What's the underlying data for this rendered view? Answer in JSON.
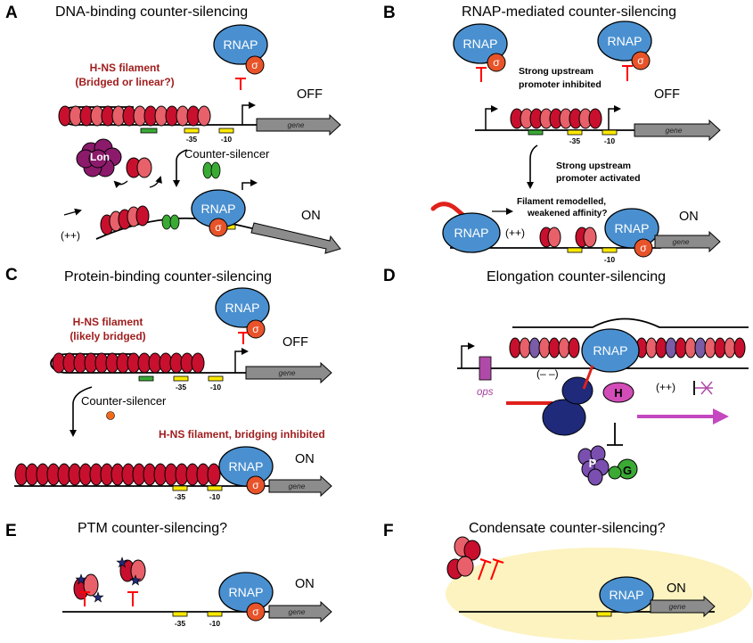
{
  "colors": {
    "hns_fill": "#c8102e",
    "hns_light": "#e8606a",
    "rnap_fill": "#4a90d0",
    "sigma_fill": "#e8532a",
    "repress_red": "#ff0000",
    "box_yellow": "#ffea00",
    "site_green": "#3aaa35",
    "lon_purple": "#8b1a6b",
    "factor_navy": "#1f2a7a",
    "h_magenta": "#d24db8",
    "ops_magenta": "#b04aa8",
    "gene_gray": "#8c8c8c",
    "condensate": "#fcf3c0"
  },
  "panels": {
    "A": {
      "letter": "A",
      "title": "DNA-binding counter-silencing",
      "hns_label_1": "H-NS filament",
      "hns_label_2": "(Bridged or linear?)",
      "rnap": "RNAP",
      "sigma": "σ",
      "off": "OFF",
      "gene": "gene",
      "minus35": "-35",
      "minus10": "-10",
      "lon": "Lon",
      "counter_silencer": "Counter-silencer",
      "on": "ON",
      "supercoil": "(++)"
    },
    "B": {
      "letter": "B",
      "title": "RNAP-mediated counter-silencing",
      "note1_line1": "Strong upstream",
      "note1_line2": "promoter inhibited",
      "off": "OFF",
      "gene": "gene",
      "minus35": "-35",
      "minus10": "-10",
      "note2_line1": "Strong upstream",
      "note2_line2": "promoter activated",
      "note3_line1": "Filament remodelled,",
      "note3_line2": "weakened affinity?",
      "rnap": "RNAP",
      "sigma": "σ",
      "supercoil": "(++)",
      "on": "ON"
    },
    "C": {
      "letter": "C",
      "title": "Protein-binding counter-silencing",
      "hns_label_1": "H-NS filament",
      "hns_label_2": "(likely bridged)",
      "rnap": "RNAP",
      "sigma": "σ",
      "off": "OFF",
      "gene": "gene",
      "minus35": "-35",
      "minus10": "-10",
      "counter_silencer": "Counter-silencer",
      "bridging_note": "H-NS filament, bridging inhibited",
      "on": "ON"
    },
    "D": {
      "letter": "D",
      "title": "Elongation counter-silencing",
      "rnap": "RNAP",
      "ops": "ops",
      "neg_supercoil": "(– –)",
      "pos_supercoil": "(++)",
      "h": "H",
      "p": "P",
      "g": "G"
    },
    "E": {
      "letter": "E",
      "title": "PTM counter-silencing?",
      "rnap": "RNAP",
      "sigma": "σ",
      "on": "ON",
      "gene": "gene",
      "minus35": "-35",
      "minus10": "-10"
    },
    "F": {
      "letter": "F",
      "title": "Condensate counter-silencing?",
      "rnap": "RNAP",
      "on": "ON",
      "gene": "gene"
    }
  }
}
